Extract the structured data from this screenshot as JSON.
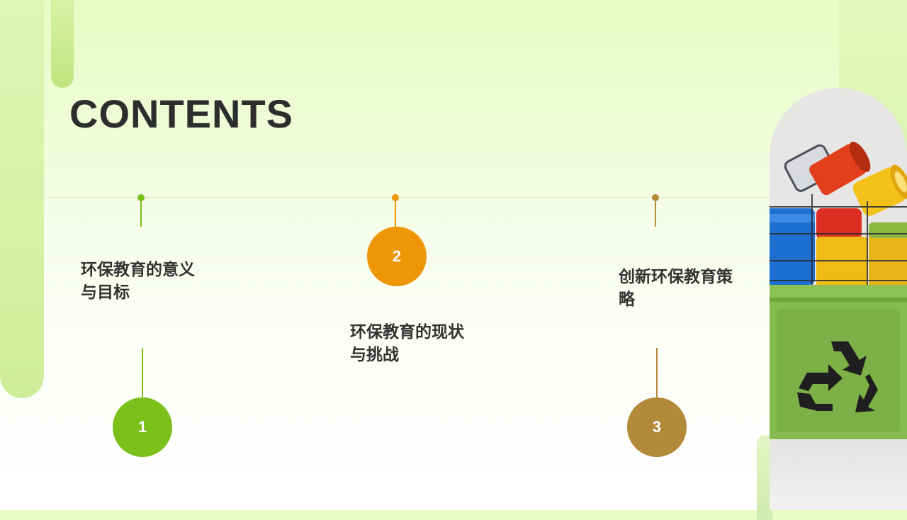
{
  "title": "CONTENTS",
  "items": [
    {
      "number": "1",
      "label": "环保教育的意义与目标",
      "color": "#7bbf1a"
    },
    {
      "number": "2",
      "label": "环保教育的现状与挑战",
      "color": "#ef9607"
    },
    {
      "number": "3",
      "label": "创新环保教育策略",
      "color": "#b38a3a"
    }
  ],
  "image": {
    "icon": "recycle-icon",
    "subject": "recycling-bin-with-plastic-cups"
  }
}
